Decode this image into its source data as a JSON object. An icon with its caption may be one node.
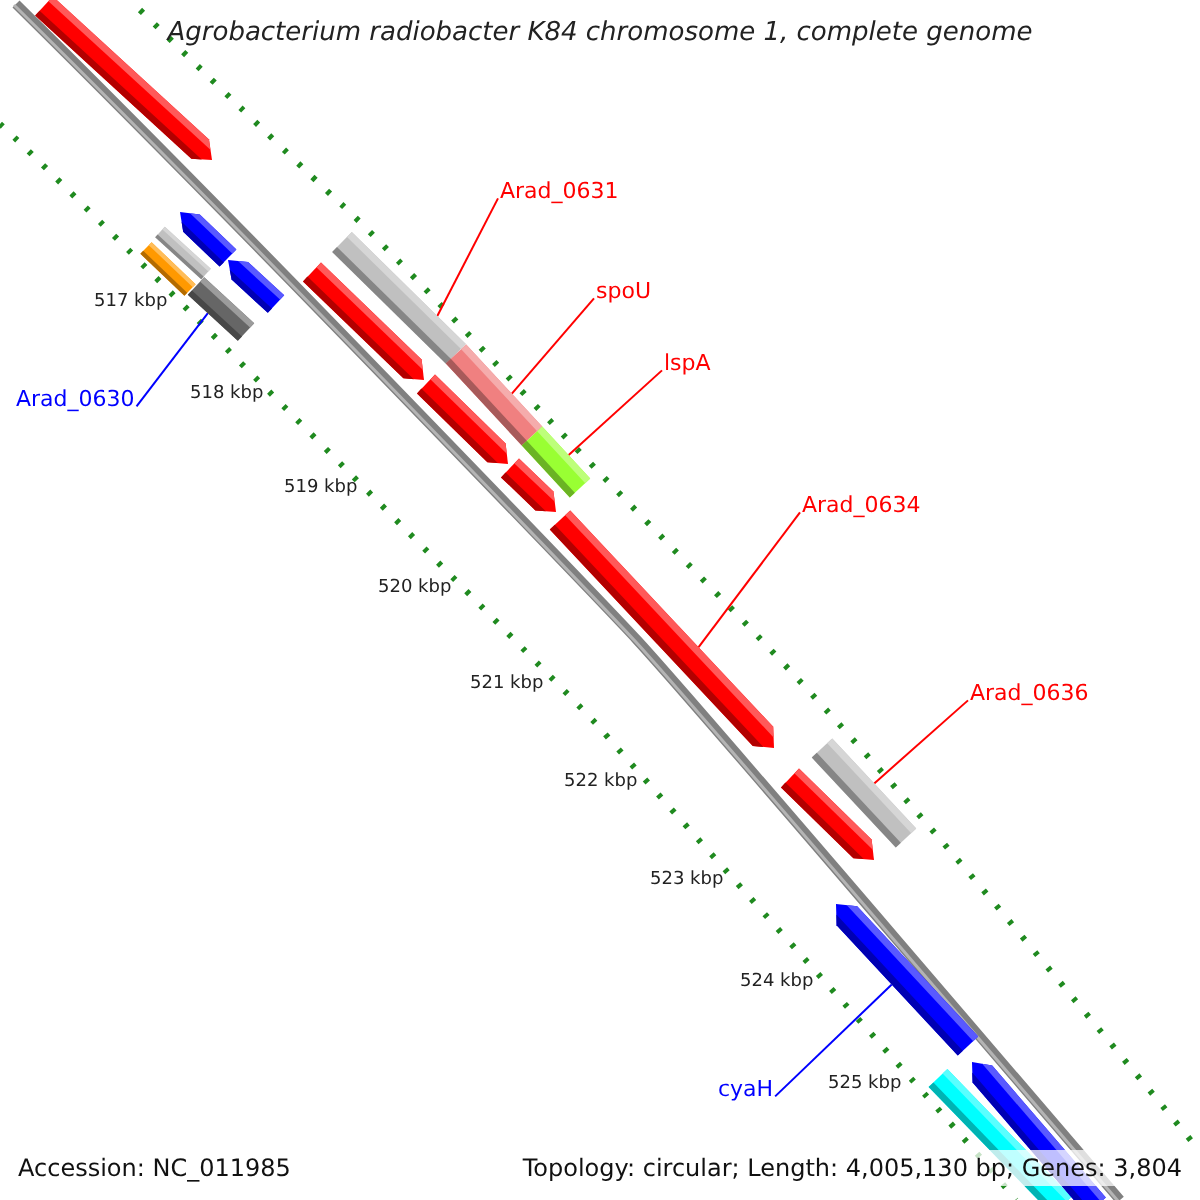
{
  "diagram": {
    "title": "Agrobacterium radiobacter K84 chromosome 1, complete genome",
    "nodes": [
      {
        "text": [],
        "shape": "arrow"
      },
      {
        "text": [],
        "shape": "arrow"
      },
      {
        "text": [],
        "shape": "bar"
      },
      {
        "text": [],
        "shape": "bar"
      },
      {
        "text": [
          "Arad_0631"
        ]
      },
      {
        "text": [],
        "shape": "bar"
      },
      {
        "text": [],
        "shape": "arrow"
      },
      {
        "text": [],
        "shape": "arrow"
      },
      {
        "text": [],
        "shape": "bar"
      },
      {
        "text": [
          "spoU"
        ]
      },
      {
        "text": [],
        "shape": "bar"
      },
      {
        "text": [
          "lspA"
        ]
      },
      {
        "text": [],
        "shape": "bar"
      },
      {
        "text": [
          "Arad_0630"
        ]
      },
      {
        "text": [],
        "shape": "arrow"
      },
      {
        "text": [],
        "shape": "arrow"
      },
      {
        "text": [
          "Arad_0634"
        ]
      },
      {
        "text": [],
        "shape": "arrow"
      },
      {
        "text": [
          "Arad_0636"
        ]
      },
      {
        "text": [],
        "shape": "bar"
      },
      {
        "text": [],
        "shape": "arrow"
      },
      {
        "text": [],
        "shape": "arrow"
      },
      {
        "text": [
          "cyaH"
        ]
      },
      {
        "text": [],
        "shape": "bar"
      },
      {
        "text": [],
        "shape": "arrow"
      }
    ],
    "edges": [
      {
        "from": 4,
        "to": 5,
        "arrow": "none"
      },
      {
        "from": 9,
        "to": 10,
        "arrow": "none"
      },
      {
        "from": 11,
        "to": 12,
        "arrow": "none"
      },
      {
        "from": 13,
        "to": 8,
        "arrow": "none",
        "color": "#0000ff"
      },
      {
        "from": 16,
        "to": 17,
        "arrow": "none"
      },
      {
        "from": 18,
        "to": 19,
        "arrow": "none"
      },
      {
        "from": 22,
        "to": 21,
        "arrow": "none",
        "color": "#0000ff"
      }
    ],
    "labels": [
      "517 kbp",
      "518 kbp",
      "519 kbp",
      "520 kbp",
      "521 kbp",
      "522 kbp",
      "523 kbp",
      "524 kbp",
      "525 kbp",
      "Accession: NC_011985",
      "Topology: circular; Length: 4,005,130 bp; Genes: 3,804"
    ]
  }
}
